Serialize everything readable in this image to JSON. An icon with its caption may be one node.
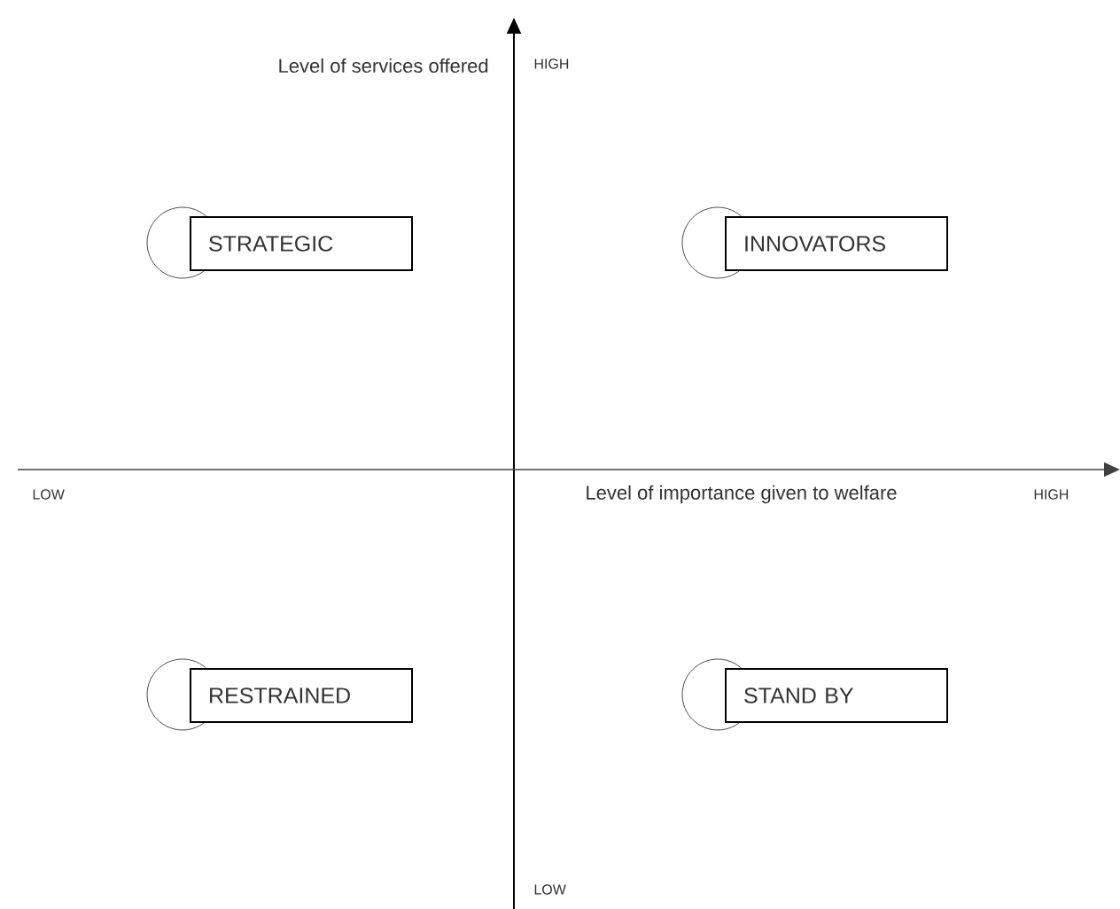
{
  "diagram": {
    "nodes": [
      {
        "text": [
          "STRATEGIC"
        ]
      },
      {
        "text": [
          "INNOVATORS"
        ]
      },
      {
        "text": [
          "RESTRAINED"
        ]
      },
      {
        "text": [
          "STAND BY"
        ]
      }
    ],
    "labels": [
      "Level of services offered",
      "HIGH",
      "LOW",
      "Level of importance given to welfare",
      "HIGH",
      "LOW"
    ]
  }
}
